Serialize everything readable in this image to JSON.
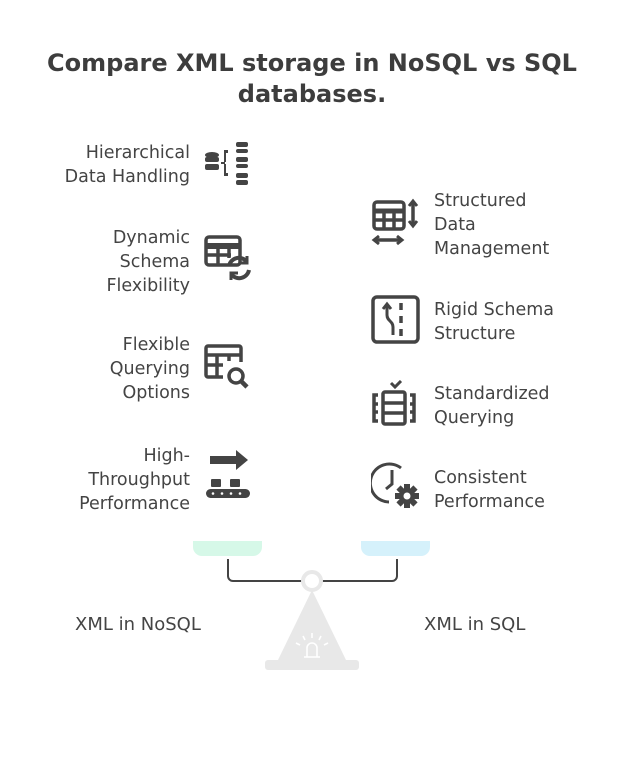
{
  "title_line1": "Compare XML storage in NoSQL vs SQL",
  "title_line2": "databases.",
  "left": {
    "label": "XML in NoSQL",
    "color": "#d6f8e8",
    "items": [
      {
        "line1": "Hierarchical",
        "line2": "Data Handling",
        "icon": "database-hierarchy-icon"
      },
      {
        "line1": "Dynamic",
        "line2": "Schema",
        "line3": "Flexibility",
        "icon": "table-refresh-icon"
      },
      {
        "line1": "Flexible",
        "line2": "Querying",
        "line3": "Options",
        "icon": "table-search-icon"
      },
      {
        "line1": "High-",
        "line2": "Throughput",
        "line3": "Performance",
        "icon": "conveyor-arrow-icon"
      }
    ]
  },
  "right": {
    "label": "XML in SQL",
    "color": "#d5f1fb",
    "items": [
      {
        "line1": "Structured",
        "line2": "Data",
        "line3": "Management",
        "icon": "table-resize-icon"
      },
      {
        "line1": "Rigid Schema",
        "line2": "Structure",
        "icon": "road-icon"
      },
      {
        "line1": "Standardized",
        "line2": "Querying",
        "icon": "stacked-check-icon"
      },
      {
        "line1": "Consistent",
        "line2": "Performance",
        "icon": "clock-gear-icon"
      }
    ]
  }
}
